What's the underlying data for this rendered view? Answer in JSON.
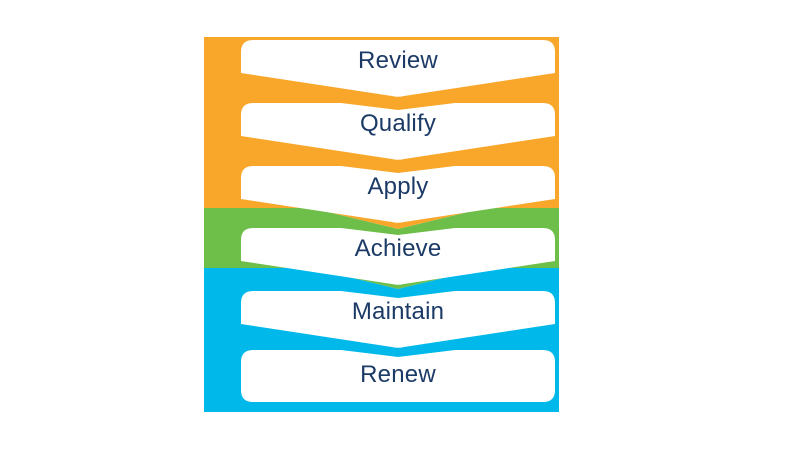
{
  "diagram": {
    "type": "process-flow",
    "steps": [
      {
        "label": "Review",
        "band": "orange"
      },
      {
        "label": "Qualify",
        "band": "orange"
      },
      {
        "label": "Apply",
        "band": "orange"
      },
      {
        "label": "Achieve",
        "band": "green"
      },
      {
        "label": "Maintain",
        "band": "blue"
      },
      {
        "label": "Renew",
        "band": "blue"
      }
    ],
    "colors": {
      "orange": "#F9A72B",
      "green": "#6EBE4A",
      "blue": "#00B8EA",
      "step_fill": "#FFFFFF",
      "text": "#1B3A66",
      "background": "#FFFFFF"
    }
  }
}
